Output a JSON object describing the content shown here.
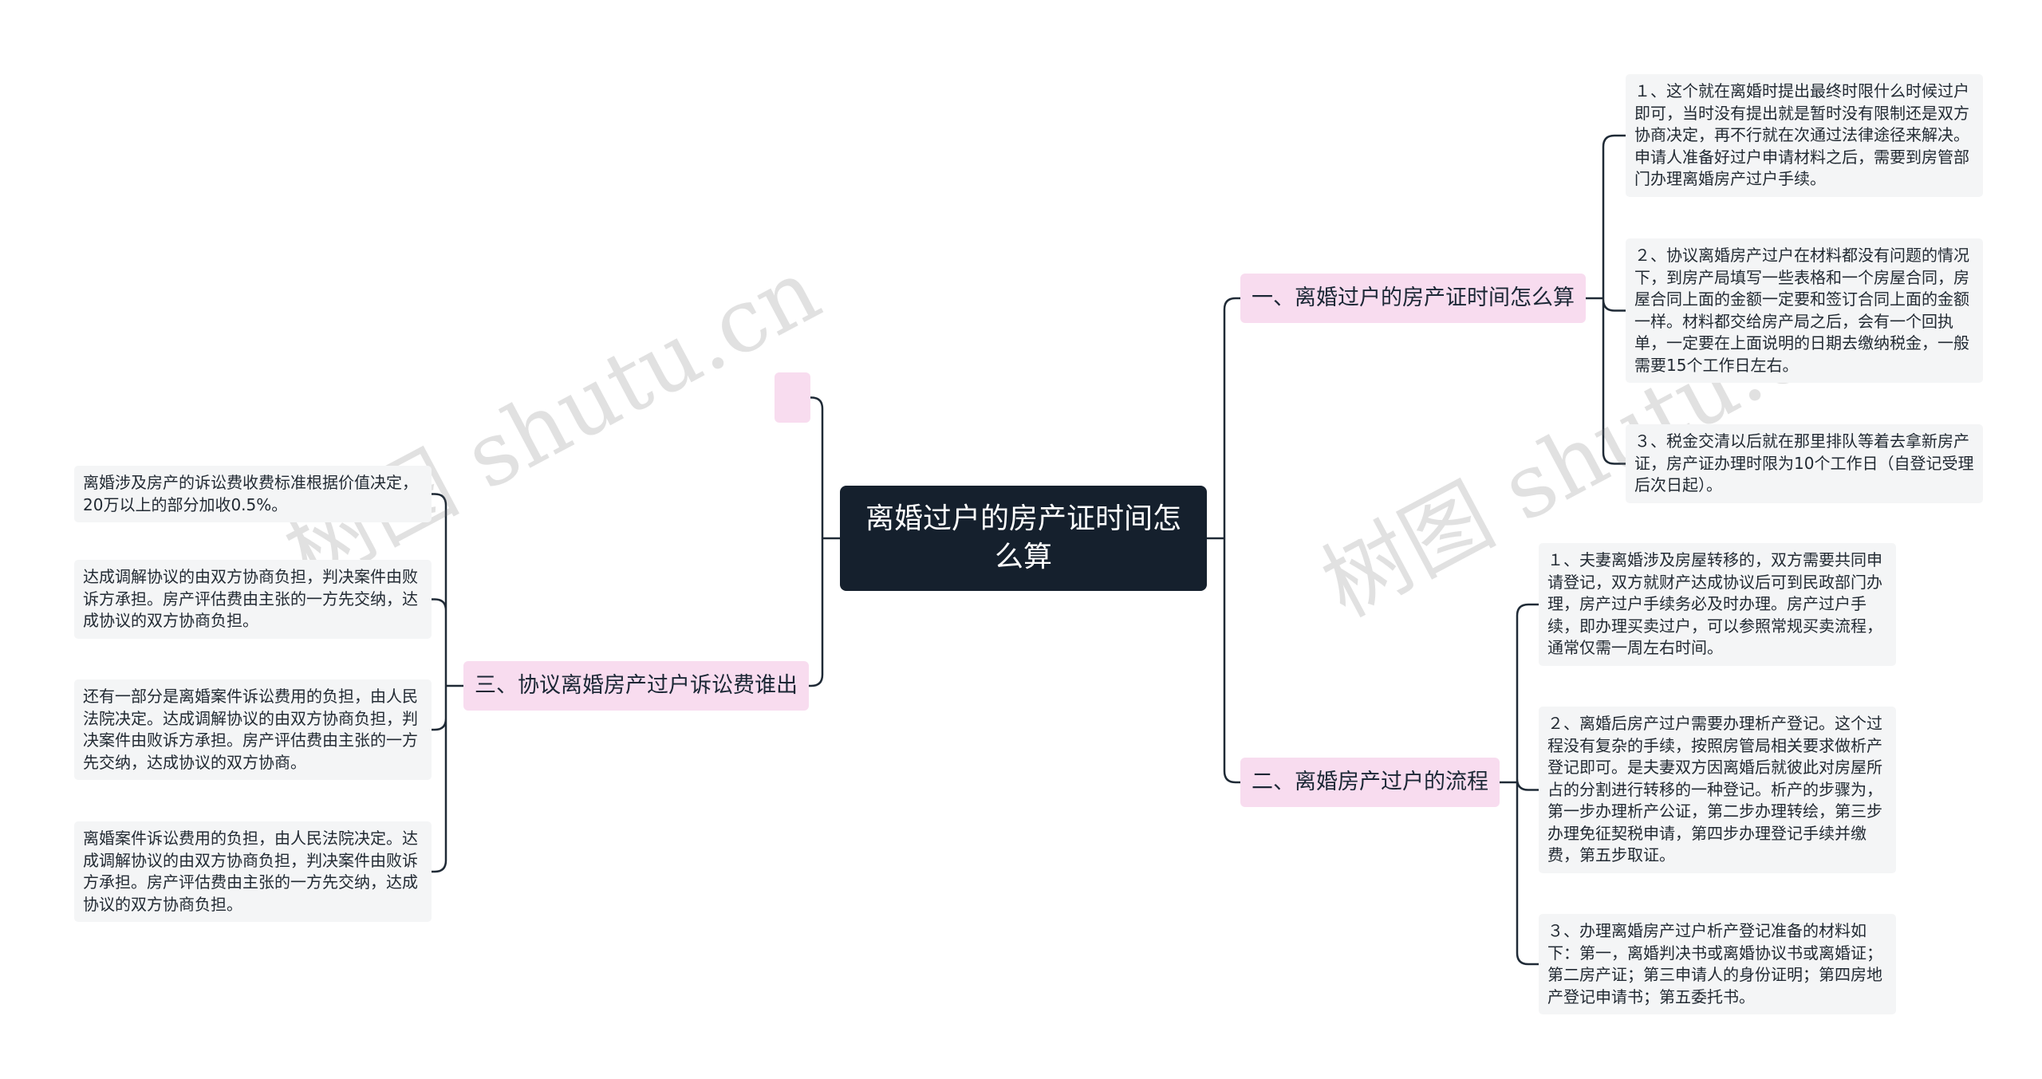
{
  "root": {
    "title": "离婚过户的房产证时间怎么算"
  },
  "branches": [
    {
      "title": "一、离婚过户的房产证时间怎么算",
      "items": [
        "１、这个就在离婚时提出最终时限什么时候过户即可，当时没有提出就是暂时没有限制还是双方协商决定，再不行就在次通过法律途径来解决。申请人准备好过户申请材料之后，需要到房管部门办理离婚房产过户手续。",
        "２、协议离婚房产过户在材料都没有问题的情况下，到房产局填写一些表格和一个房屋合同，房屋合同上面的金额一定要和签订合同上面的金额一样。材料都交给房产局之后，会有一个回执单，一定要在上面说明的日期去缴纳税金，一般需要15个工作日左右。",
        "３、税金交清以后就在那里排队等着去拿新房产证，房产证办理时限为10个工作日（自登记受理后次日起）。"
      ]
    },
    {
      "title": "二、离婚房产过户的流程",
      "items": [
        "１、夫妻离婚涉及房屋转移的，双方需要共同申请登记，双方就财产达成协议后可到民政部门办理，房产过户手续务必及时办理。房产过户手续，即办理买卖过户，可以参照常规买卖流程，通常仅需一周左右时间。",
        "２、离婚后房产过户需要办理析产登记。这个过程没有复杂的手续，按照房管局相关要求做析产登记即可。是夫妻双方因离婚后就彼此对房屋所占的分割进行转移的一种登记。析产的步骤为，第一步办理析产公证，第二步办理转绘，第三步办理免征契税申请，第四步办理登记手续并缴费，第五步取证。",
        "３、办理离婚房产过户析产登记准备的材料如下：第一，离婚判决书或离婚协议书或离婚证；第二房产证；第三申请人的身份证明；第四房地产登记申请书；第五委托书。"
      ]
    },
    {
      "title": "三、协议离婚房产过户诉讼费谁出",
      "items": [
        "离婚涉及房产的诉讼费收费标准根据价值决定，20万以上的部分加收0.5%。",
        "达成调解协议的由双方协商负担，判决案件由败诉方承担。房产评估费由主张的一方先交纳，达成协议的双方协商负担。",
        "还有一部分是离婚案件诉讼费用的负担，由人民法院决定。达成调解协议的由双方协商负担，判决案件由败诉方承担。房产评估费由主张的一方先交纳，达成协议的双方协商。",
        "离婚案件诉讼费用的负担，由人民法院决定。达成调解协议的由双方协商负担，判决案件由败诉方承担。房产评估费由主张的一方先交纳，达成协议的双方协商负担。"
      ]
    }
  ],
  "watermarks": [
    "树图 shutu.cn",
    "树图 shutu.cn"
  ],
  "colors": {
    "root_bg": "#15202d",
    "branch_bg": "#f8dcef",
    "leaf_bg": "#f4f5f6",
    "line": "#1f2a36"
  }
}
